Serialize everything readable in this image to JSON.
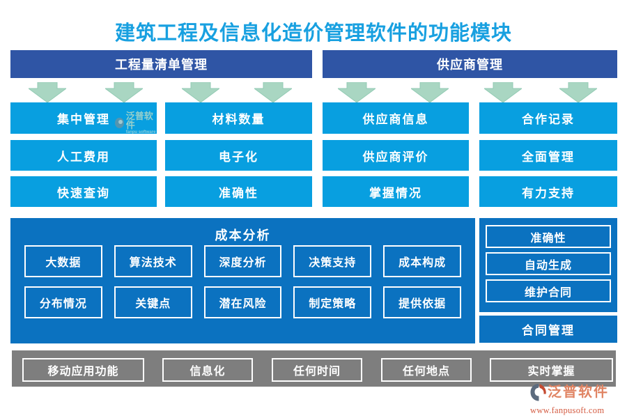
{
  "title": "建筑工程及信息化造价管理软件的功能模块",
  "left": {
    "header": "工程量清单管理",
    "col1": [
      "集中管理",
      "人工费用",
      "快速查询"
    ],
    "col2": [
      "材料数量",
      "电子化",
      "准确性"
    ]
  },
  "right": {
    "header": "供应商管理",
    "col1": [
      "供应商信息",
      "供应商评价",
      "掌握情况"
    ],
    "col2": [
      "合作记录",
      "全面管理",
      "有力支持"
    ]
  },
  "cost": {
    "title": "成本分析",
    "rows": [
      [
        "大数据",
        "算法技术",
        "深度分析",
        "决策支持",
        "成本构成"
      ],
      [
        "分布情况",
        "关键点",
        "潜在风险",
        "制定策略",
        "提供依据"
      ]
    ]
  },
  "side": {
    "items": [
      "准确性",
      "自动生成",
      "维护合同"
    ],
    "footer": "合同管理"
  },
  "bottom": {
    "items": [
      "移动应用功能",
      "信息化",
      "任何时间",
      "任何地点",
      "实时掌握"
    ]
  },
  "watermark": {
    "text": "泛普软件",
    "subtext": "fanpu software"
  },
  "logo": {
    "text": "泛普软件",
    "url": "www.fanpusoft.com"
  },
  "icons": {
    "module_arrow": "down-arrow-icon",
    "logo_icon": "fanpu-logo-icon",
    "watermark_icon": "fanpu-watermark-icon"
  },
  "colors": {
    "title_blue": "#18A0E0",
    "header_navy": "#2F55A5",
    "module_cyan": "#089FE0",
    "panel_blue": "#0B72C0",
    "arrow_green": "#A9D6C2",
    "bar_gray": "#7E7E7E",
    "logo_salmon": "#E08463",
    "logo_url_red": "#D45B41"
  }
}
